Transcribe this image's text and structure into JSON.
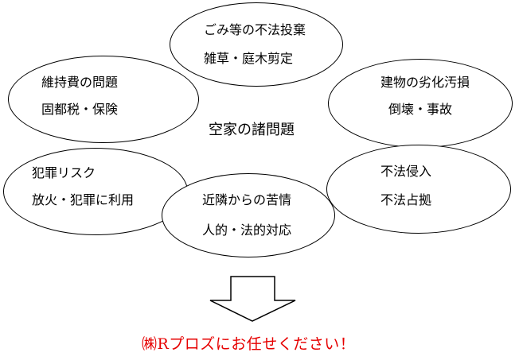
{
  "title": "空家の諸問題",
  "nodes": [
    {
      "id": "top",
      "line1": "ごみ等の不法投棄",
      "line2": "雑草・庭木剪定"
    },
    {
      "id": "upper-left",
      "line1": "維持費の問題",
      "line2": "固都税・保険"
    },
    {
      "id": "upper-right",
      "line1": "建物の劣化汚損",
      "line2": "倒壊・事故"
    },
    {
      "id": "lower-left",
      "line1": "犯罪リスク",
      "line2": "放火・犯罪に利用"
    },
    {
      "id": "lower-right",
      "line1": "不法侵入",
      "line2": "不法占拠"
    },
    {
      "id": "bottom",
      "line1": "近隣からの苦情",
      "line2": "人的・法的対応"
    }
  ],
  "slogan": "㈱Rプロズにお任せください！",
  "colors": {
    "slogan": "#e60000",
    "stroke": "#000000"
  }
}
